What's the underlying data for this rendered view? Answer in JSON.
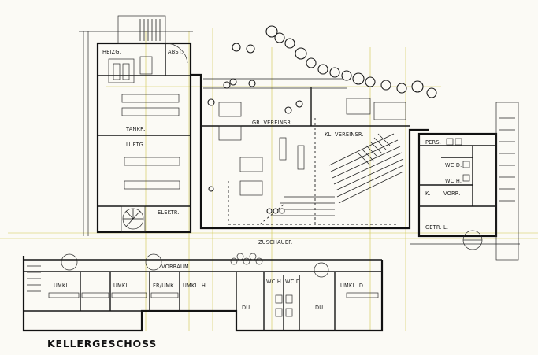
{
  "title": "KELLERGESCHOSS",
  "rooms": {
    "heizg": "HEIZG.",
    "abst": "ABST.",
    "tankr": "TANKR.",
    "luftg": "LUFTG.",
    "elektr": "ELEKTR.",
    "gr_vereinsr": "GR. VEREINSR.",
    "kl_vereinsr": "KL. VEREINSR.",
    "zuschauer": "ZUSCHAUER",
    "vorraum": "VORRAUM",
    "umkl_1": "UMKL.",
    "umkl_2": "UMKL.",
    "fr_umk": "FR/UMK",
    "umkl_h": "UMKL. H.",
    "wc_h": "WC H.",
    "wc_d": "WC D.",
    "umkl_d": "UMKL. D.",
    "du_1": "DU.",
    "du_2": "DU.",
    "pers": "PERS.",
    "wc_d_right": "WC D.",
    "wc_h_right": "WC H.",
    "k": "K.",
    "vorr": "VORR.",
    "getr_l": "GETR. L."
  },
  "colors": {
    "ink": "#161616",
    "paper": "#fbfaf5",
    "construction_lines": "#cfc64a"
  }
}
